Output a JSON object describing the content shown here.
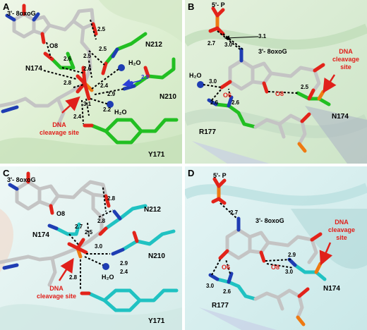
{
  "panels": {
    "A": {
      "label": "A",
      "labels": {
        "oxog": "3'- 8oxoG",
        "o8": "O8",
        "n212": "N212",
        "n174": "N174",
        "h2o_1": "H₂O",
        "h2o_2": "H₂O",
        "n210": "N210",
        "y171": "Y171",
        "cleavage": "DNA\ncleavage site"
      },
      "distances": [
        "2.5",
        "2.5",
        "2.6",
        "2.5",
        "2.6",
        "2.4",
        "2.8",
        "2.9",
        "2.9",
        "3.1",
        "2.2",
        "2.4"
      ]
    },
    "B": {
      "label": "B",
      "labels": {
        "p5": "5'- P",
        "oxog": "3'- 8oxoG",
        "h2o": "H₂O",
        "o6": "O6",
        "o8": "O8",
        "r177": "R177",
        "n174": "N174",
        "cleavage": "DNA\ncleavage\nsite"
      },
      "distances": [
        "2.7",
        "3.0",
        "3.1",
        "3.0",
        "2.6",
        "2.6",
        "2.5"
      ]
    },
    "C": {
      "label": "C",
      "labels": {
        "oxog": "3'- 8oxoG",
        "o8": "O8",
        "n212": "N212",
        "n174": "N174",
        "h2o": "H₂O",
        "n210": "N210",
        "y171": "Y171",
        "cleavage": "DNA\ncleavage site"
      },
      "distances": [
        "2.8",
        "2.8",
        "2.7",
        "2.5",
        "3.0",
        "2.9",
        "2.4",
        "2.8"
      ]
    },
    "D": {
      "label": "D",
      "labels": {
        "p5": "5'- P",
        "oxog": "3'- 8oxoG",
        "o6": "O6",
        "o8": "O8",
        "r177": "R177",
        "n174": "N174",
        "cleavage": "DNA\ncleavage\nsite"
      },
      "distances": [
        "2.7",
        "3.0",
        "2.6",
        "2.9",
        "3.0"
      ]
    }
  },
  "colors": {
    "carbon_A": "#22bf22",
    "carbon_C": "#20c2c2",
    "dna": "#c4c4c4",
    "oxygen": "#e2231a",
    "nitrogen": "#1f3db3",
    "phosphorus": "#ee7a12",
    "annotation": "#e0201b"
  }
}
